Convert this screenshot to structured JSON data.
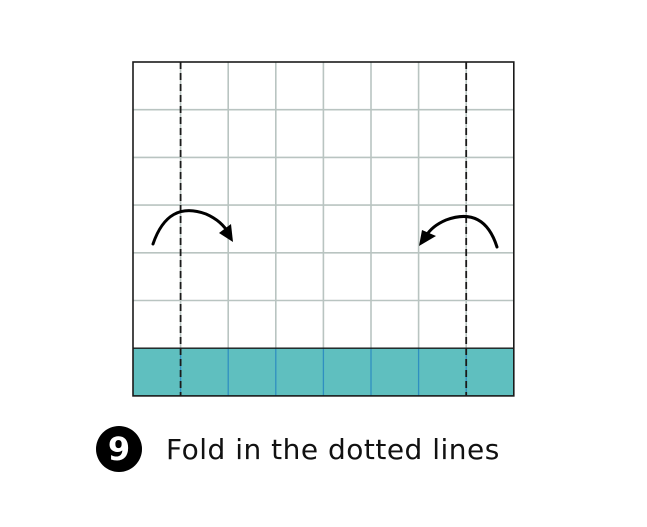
{
  "step": {
    "number": "9",
    "instruction": "Fold in the dotted lines"
  },
  "diagram": {
    "columns": 8,
    "rows": 7,
    "colored_rows": 1,
    "fold_lines_after_column": [
      1,
      7
    ],
    "fold_arrows": [
      "left-fold-arrow",
      "right-fold-arrow"
    ],
    "colors": {
      "paper": "#ffffff",
      "grid_line": "#b9c4c1",
      "border": "#1a1a1a",
      "teal": "#5fbfbf",
      "teal_grid_line": "#2f8fc0",
      "fold_line": "#1a1a1a",
      "arrow": "#000000"
    }
  }
}
